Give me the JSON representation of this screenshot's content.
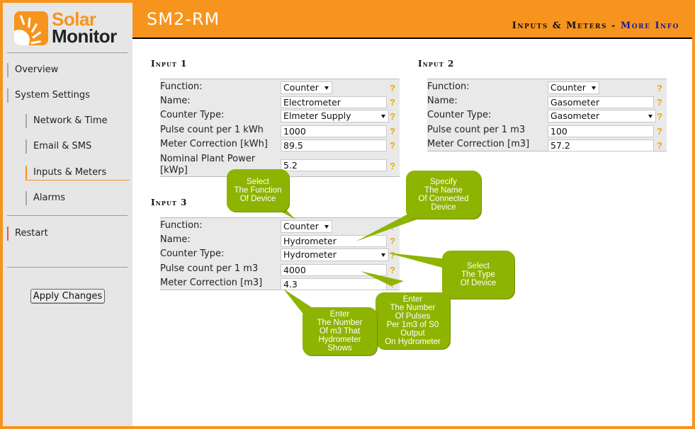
{
  "app": {
    "logo_line1": "Solar",
    "logo_line2": "Monitor",
    "title": "SM2-RM",
    "breadcrumb_page": "Inputs & Meters",
    "breadcrumb_sep": "-",
    "breadcrumb_link": "More Info"
  },
  "colors": {
    "accent": "#f7941d",
    "callout": "#8db400",
    "help": "#f0a800",
    "link": "#1a1aa8"
  },
  "sidebar": {
    "overview": "Overview",
    "system_settings": "System Settings",
    "network_time": "Network & Time",
    "email_sms": "Email & SMS",
    "inputs_meters": "Inputs & Meters",
    "alarms": "Alarms",
    "restart": "Restart",
    "apply": "Apply Changes"
  },
  "help_glyph": "?",
  "input1": {
    "title": "Input 1",
    "function_label": "Function:",
    "function_value": "Counter",
    "name_label": "Name:",
    "name_value": "Electrometer",
    "counter_type_label": "Counter Type:",
    "counter_type_value": "Elmeter Supply",
    "pulse_label": "Pulse count per 1 kWh",
    "pulse_value": "1000",
    "correction_label": "Meter Correction [kWh]",
    "correction_value": "89.5",
    "power_label_1": "Nominal Plant Power",
    "power_label_2": "[kWp]",
    "power_value": "5.2"
  },
  "input2": {
    "title": "Input 2",
    "function_label": "Function:",
    "function_value": "Counter",
    "name_label": "Name:",
    "name_value": "Gasometer",
    "counter_type_label": "Counter Type:",
    "counter_type_value": "Gasometer",
    "pulse_label": "Pulse count per 1 m3",
    "pulse_value": "100",
    "correction_label": "Meter Correction [m3]",
    "correction_value": "57.2"
  },
  "input3": {
    "title": "Input 3",
    "function_label": "Function:",
    "function_value": "Counter",
    "name_label": "Name:",
    "name_value": "Hydrometer",
    "counter_type_label": "Counter Type:",
    "counter_type_value": "Hydrometer",
    "pulse_label": "Pulse count per 1 m3",
    "pulse_value": "4000",
    "correction_label": "Meter Correction [m3]",
    "correction_value": "4.3"
  },
  "callouts": {
    "function": [
      "Select",
      "The Function",
      "Of Device"
    ],
    "name": [
      "Specify",
      "The Name",
      "Of Connected",
      "Device"
    ],
    "type": [
      "Select",
      "The Type",
      "Of Device"
    ],
    "pulses": [
      "Enter",
      "The Number",
      "Of Pulses",
      "Per 1m3 of S0",
      "Output",
      "On Hydrometer"
    ],
    "m3": [
      "Enter",
      "The Number",
      "Of m3 That",
      "Hydrometer",
      "Shows"
    ]
  }
}
